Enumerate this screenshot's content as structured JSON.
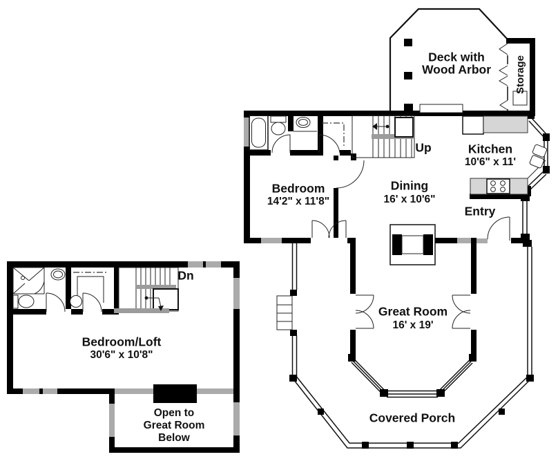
{
  "title": "House Floor Plan",
  "colors": {
    "wall": "#000000",
    "window": "#ababab",
    "counter": "#d6d6d6",
    "tread": "#9c9c9c"
  },
  "labels": {
    "deck_line1": "Deck with",
    "deck_line2": "Wood Arbor",
    "storage": "Storage",
    "kitchen": "Kitchen",
    "kitchen_dims": "10'6\" x 11'",
    "dining": "Dining",
    "dining_dims": "16' x 10'6\"",
    "entry": "Entry",
    "up": "Up",
    "bedroom": "Bedroom",
    "bedroom_dims": "14'2\" x 11'8\"",
    "great_room": "Great Room",
    "great_room_dims": "16' x 19'",
    "covered_porch": "Covered Porch",
    "loft": "Bedroom/Loft",
    "loft_dims": "30'6\" x 10'8\"",
    "dn": "Dn",
    "open_line1": "Open to",
    "open_line2": "Great Room",
    "open_line3": "Below"
  },
  "rooms": [
    {
      "name": "Deck with Wood Arbor",
      "dims": ""
    },
    {
      "name": "Storage",
      "dims": ""
    },
    {
      "name": "Kitchen",
      "dims": "10'6\" x 11'"
    },
    {
      "name": "Dining",
      "dims": "16' x 10'6\""
    },
    {
      "name": "Entry",
      "dims": ""
    },
    {
      "name": "Bedroom",
      "dims": "14'2\" x 11'8\""
    },
    {
      "name": "Great Room",
      "dims": "16' x 19'"
    },
    {
      "name": "Covered Porch",
      "dims": ""
    },
    {
      "name": "Bedroom/Loft",
      "dims": "30'6\" x 10'8\""
    },
    {
      "name": "Open to Great Room Below",
      "dims": ""
    }
  ],
  "stairs": [
    {
      "direction": "Up",
      "floor": "main"
    },
    {
      "direction": "Dn",
      "floor": "upper"
    }
  ]
}
